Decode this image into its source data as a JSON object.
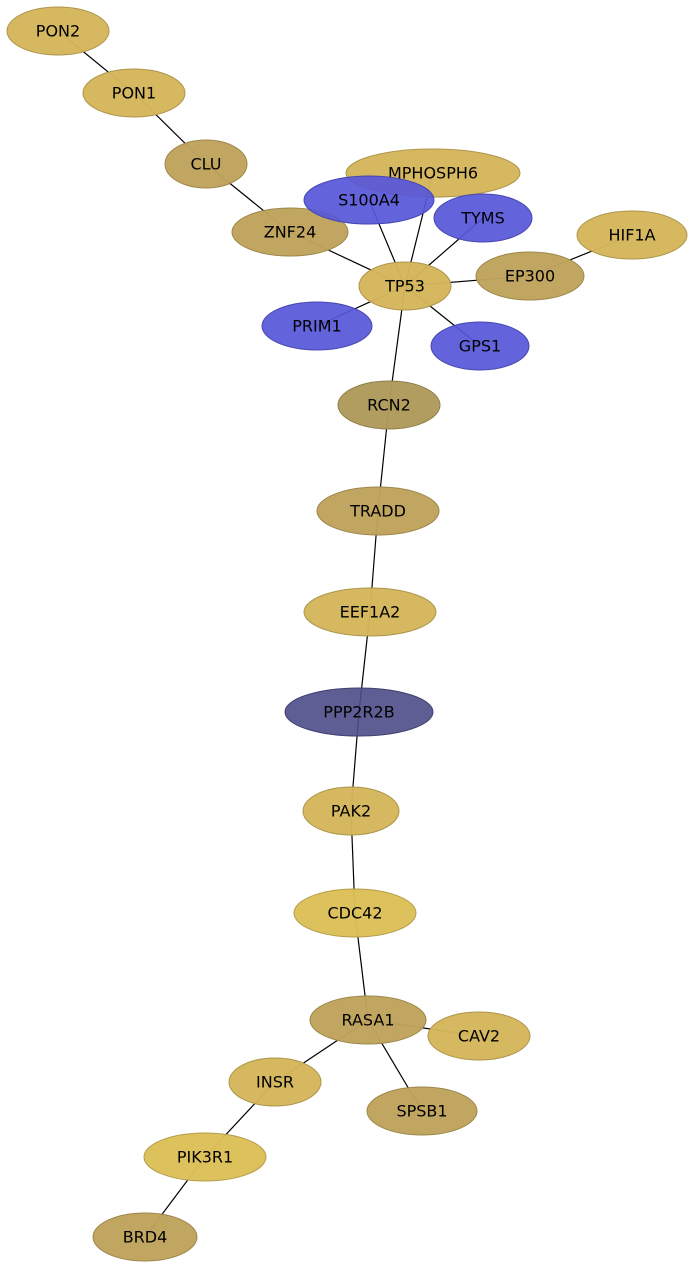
{
  "colors": {
    "gold": "#d4b65a",
    "gold_light": "#dcbf58",
    "tan": "#bfa35c",
    "tan_dark": "#b09a5c",
    "blue": "#5757d8",
    "navy": "#4d4d8a",
    "edge": "#000000"
  },
  "nodes": [
    {
      "id": "PON2",
      "label": "PON2",
      "color": "gold"
    },
    {
      "id": "PON1",
      "label": "PON1",
      "color": "gold"
    },
    {
      "id": "CLU",
      "label": "CLU",
      "color": "tan"
    },
    {
      "id": "ZNF24",
      "label": "ZNF24",
      "color": "tan"
    },
    {
      "id": "MPHOSPH6",
      "label": "MPHOSPH6",
      "color": "gold"
    },
    {
      "id": "S100A4",
      "label": "S100A4",
      "color": "blue"
    },
    {
      "id": "TYMS",
      "label": "TYMS",
      "color": "blue"
    },
    {
      "id": "HIF1A",
      "label": "HIF1A",
      "color": "gold"
    },
    {
      "id": "EP300",
      "label": "EP300",
      "color": "tan"
    },
    {
      "id": "TP53",
      "label": "TP53",
      "color": "gold"
    },
    {
      "id": "PRIM1",
      "label": "PRIM1",
      "color": "blue"
    },
    {
      "id": "GPS1",
      "label": "GPS1",
      "color": "blue"
    },
    {
      "id": "RCN2",
      "label": "RCN2",
      "color": "tan_dark"
    },
    {
      "id": "TRADD",
      "label": "TRADD",
      "color": "tan"
    },
    {
      "id": "EEF1A2",
      "label": "EEF1A2",
      "color": "gold"
    },
    {
      "id": "PPP2R2B",
      "label": "PPP2R2B",
      "color": "navy"
    },
    {
      "id": "PAK2",
      "label": "PAK2",
      "color": "gold"
    },
    {
      "id": "CDC42",
      "label": "CDC42",
      "color": "gold_light"
    },
    {
      "id": "RASA1",
      "label": "RASA1",
      "color": "tan"
    },
    {
      "id": "CAV2",
      "label": "CAV2",
      "color": "gold"
    },
    {
      "id": "INSR",
      "label": "INSR",
      "color": "gold"
    },
    {
      "id": "SPSB1",
      "label": "SPSB1",
      "color": "tan"
    },
    {
      "id": "PIK3R1",
      "label": "PIK3R1",
      "color": "gold_light"
    },
    {
      "id": "BRD4",
      "label": "BRD4",
      "color": "tan"
    }
  ],
  "edges": [
    [
      "PON2",
      "PON1"
    ],
    [
      "PON1",
      "CLU"
    ],
    [
      "CLU",
      "ZNF24"
    ],
    [
      "ZNF24",
      "TP53"
    ],
    [
      "MPHOSPH6",
      "TP53"
    ],
    [
      "S100A4",
      "TP53"
    ],
    [
      "TYMS",
      "TP53"
    ],
    [
      "EP300",
      "TP53"
    ],
    [
      "HIF1A",
      "EP300"
    ],
    [
      "PRIM1",
      "TP53"
    ],
    [
      "GPS1",
      "TP53"
    ],
    [
      "TP53",
      "RCN2"
    ],
    [
      "RCN2",
      "TRADD"
    ],
    [
      "TRADD",
      "EEF1A2"
    ],
    [
      "EEF1A2",
      "PPP2R2B"
    ],
    [
      "PPP2R2B",
      "PAK2"
    ],
    [
      "PAK2",
      "CDC42"
    ],
    [
      "CDC42",
      "RASA1"
    ],
    [
      "RASA1",
      "CAV2"
    ],
    [
      "RASA1",
      "INSR"
    ],
    [
      "RASA1",
      "SPSB1"
    ],
    [
      "INSR",
      "PIK3R1"
    ],
    [
      "PIK3R1",
      "BRD4"
    ]
  ]
}
